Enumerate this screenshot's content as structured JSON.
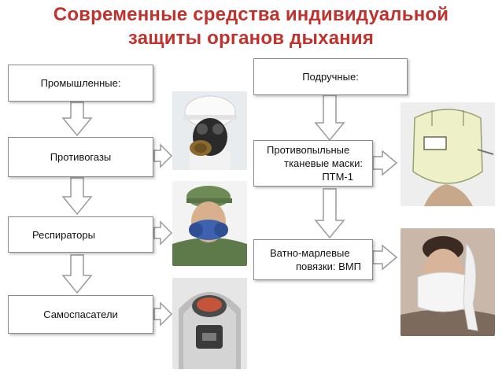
{
  "title_line1": "Современные средства индивидуальной",
  "title_line2": "защиты органов дыхания",
  "left_column": [
    "Промышленные:",
    "Противогазы",
    "Респираторы",
    "Самоспасатели"
  ],
  "right_column": {
    "header": "Подручные:",
    "item1_line1": "Противопыльные",
    "item1_line2": "тканевые маски:",
    "item1_line3": "ПТМ-1",
    "item2_line1": "Ватно-марлевые",
    "item2_line2": "повязки: ВМП"
  },
  "colors": {
    "title": "#c0322e",
    "box_border": "#8a8a8a",
    "arrow_fill": "#ffffff",
    "arrow_stroke": "#9a9a9a"
  },
  "images": [
    "gas-mask-photo",
    "respirator-photo",
    "self-rescuer-photo",
    "dust-mask-photo",
    "gauze-bandage-photo"
  ]
}
